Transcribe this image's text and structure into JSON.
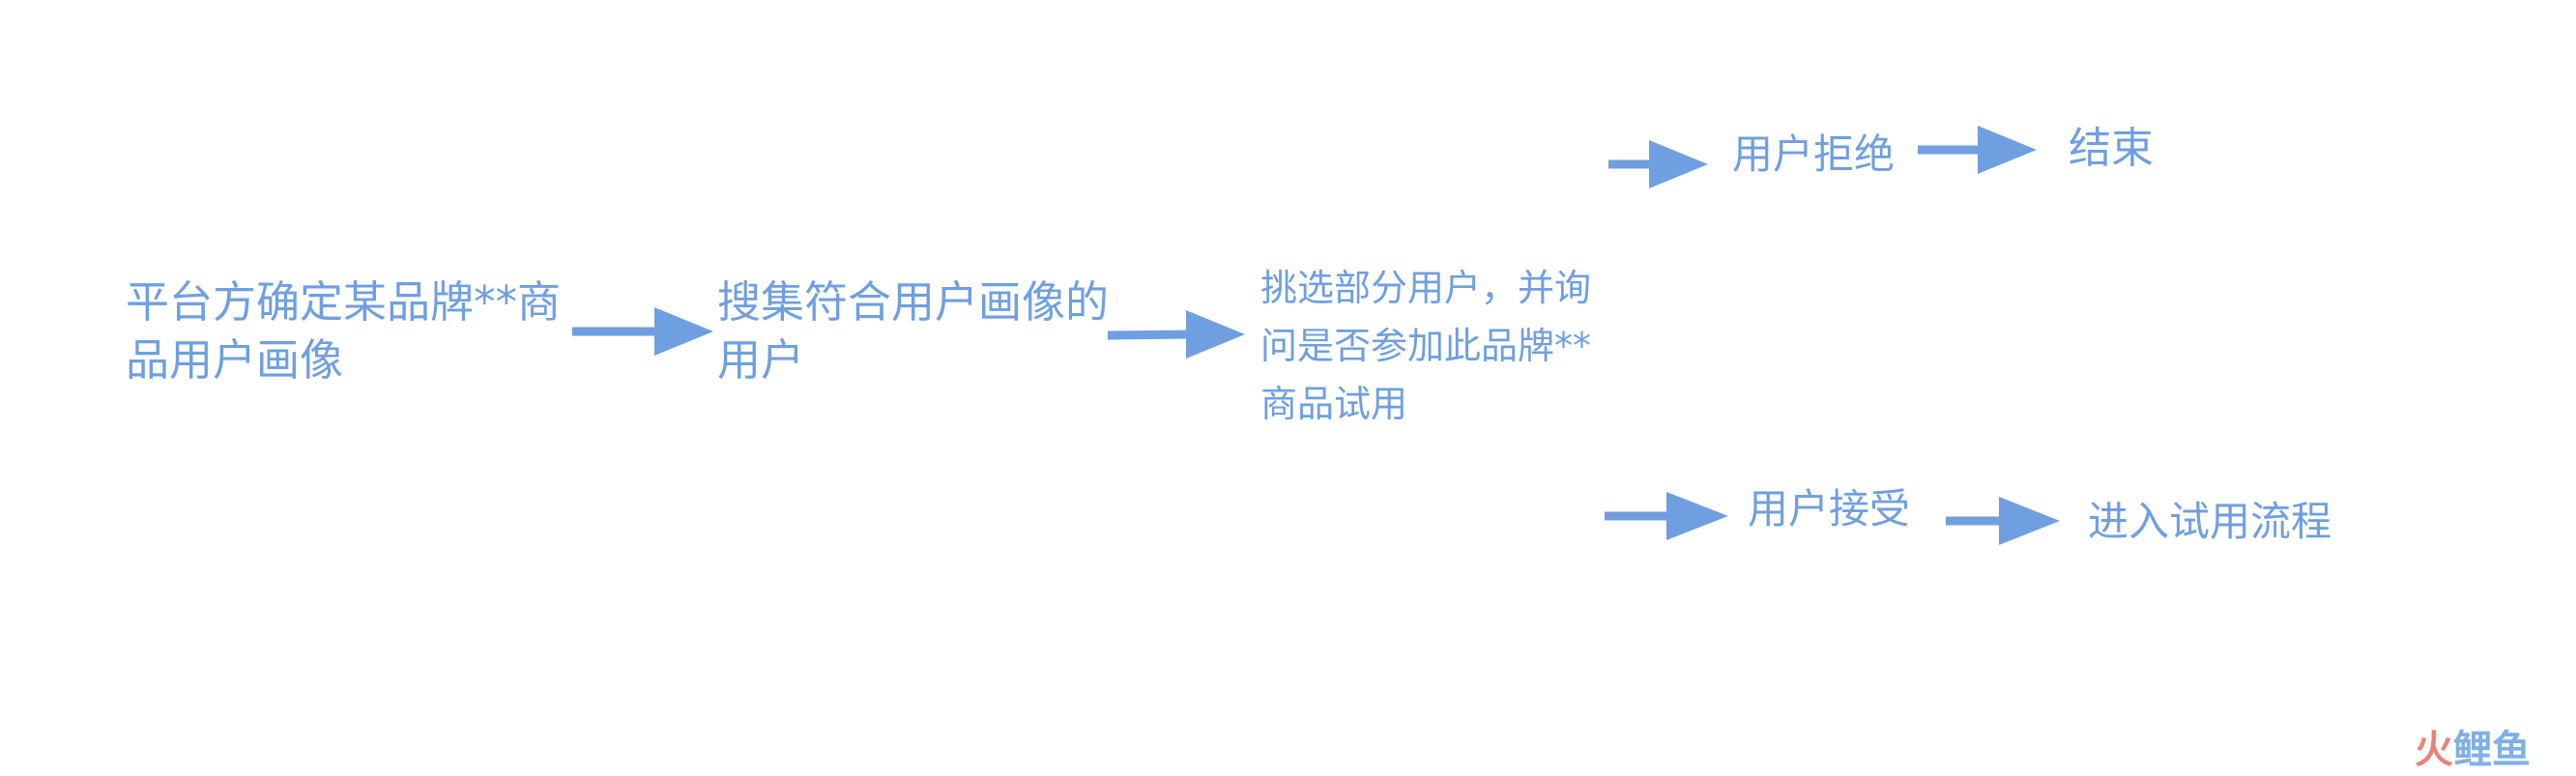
{
  "nodes": {
    "n1": {
      "lines": [
        "平台方确定某品牌**商",
        "品用户画像"
      ]
    },
    "n2": {
      "lines": [
        "搜集符合用户画像的",
        "用户"
      ]
    },
    "n3": {
      "lines": [
        "挑选部分用户，并询",
        "问是否参加此品牌**",
        "商品试用"
      ]
    },
    "n4": {
      "lines": [
        "用户拒绝"
      ]
    },
    "n5": {
      "lines": [
        "结束"
      ]
    },
    "n6": {
      "lines": [
        "用户接受"
      ]
    },
    "n7": {
      "lines": [
        "进入试用流程"
      ]
    }
  },
  "watermark": {
    "part1": "火",
    "part2": "鲤鱼"
  },
  "colors": {
    "node_text": "#6f9fe0",
    "arrow": "#6f9fe0",
    "watermark_1": "#e8837a",
    "watermark_2": "#7fb0e6"
  }
}
